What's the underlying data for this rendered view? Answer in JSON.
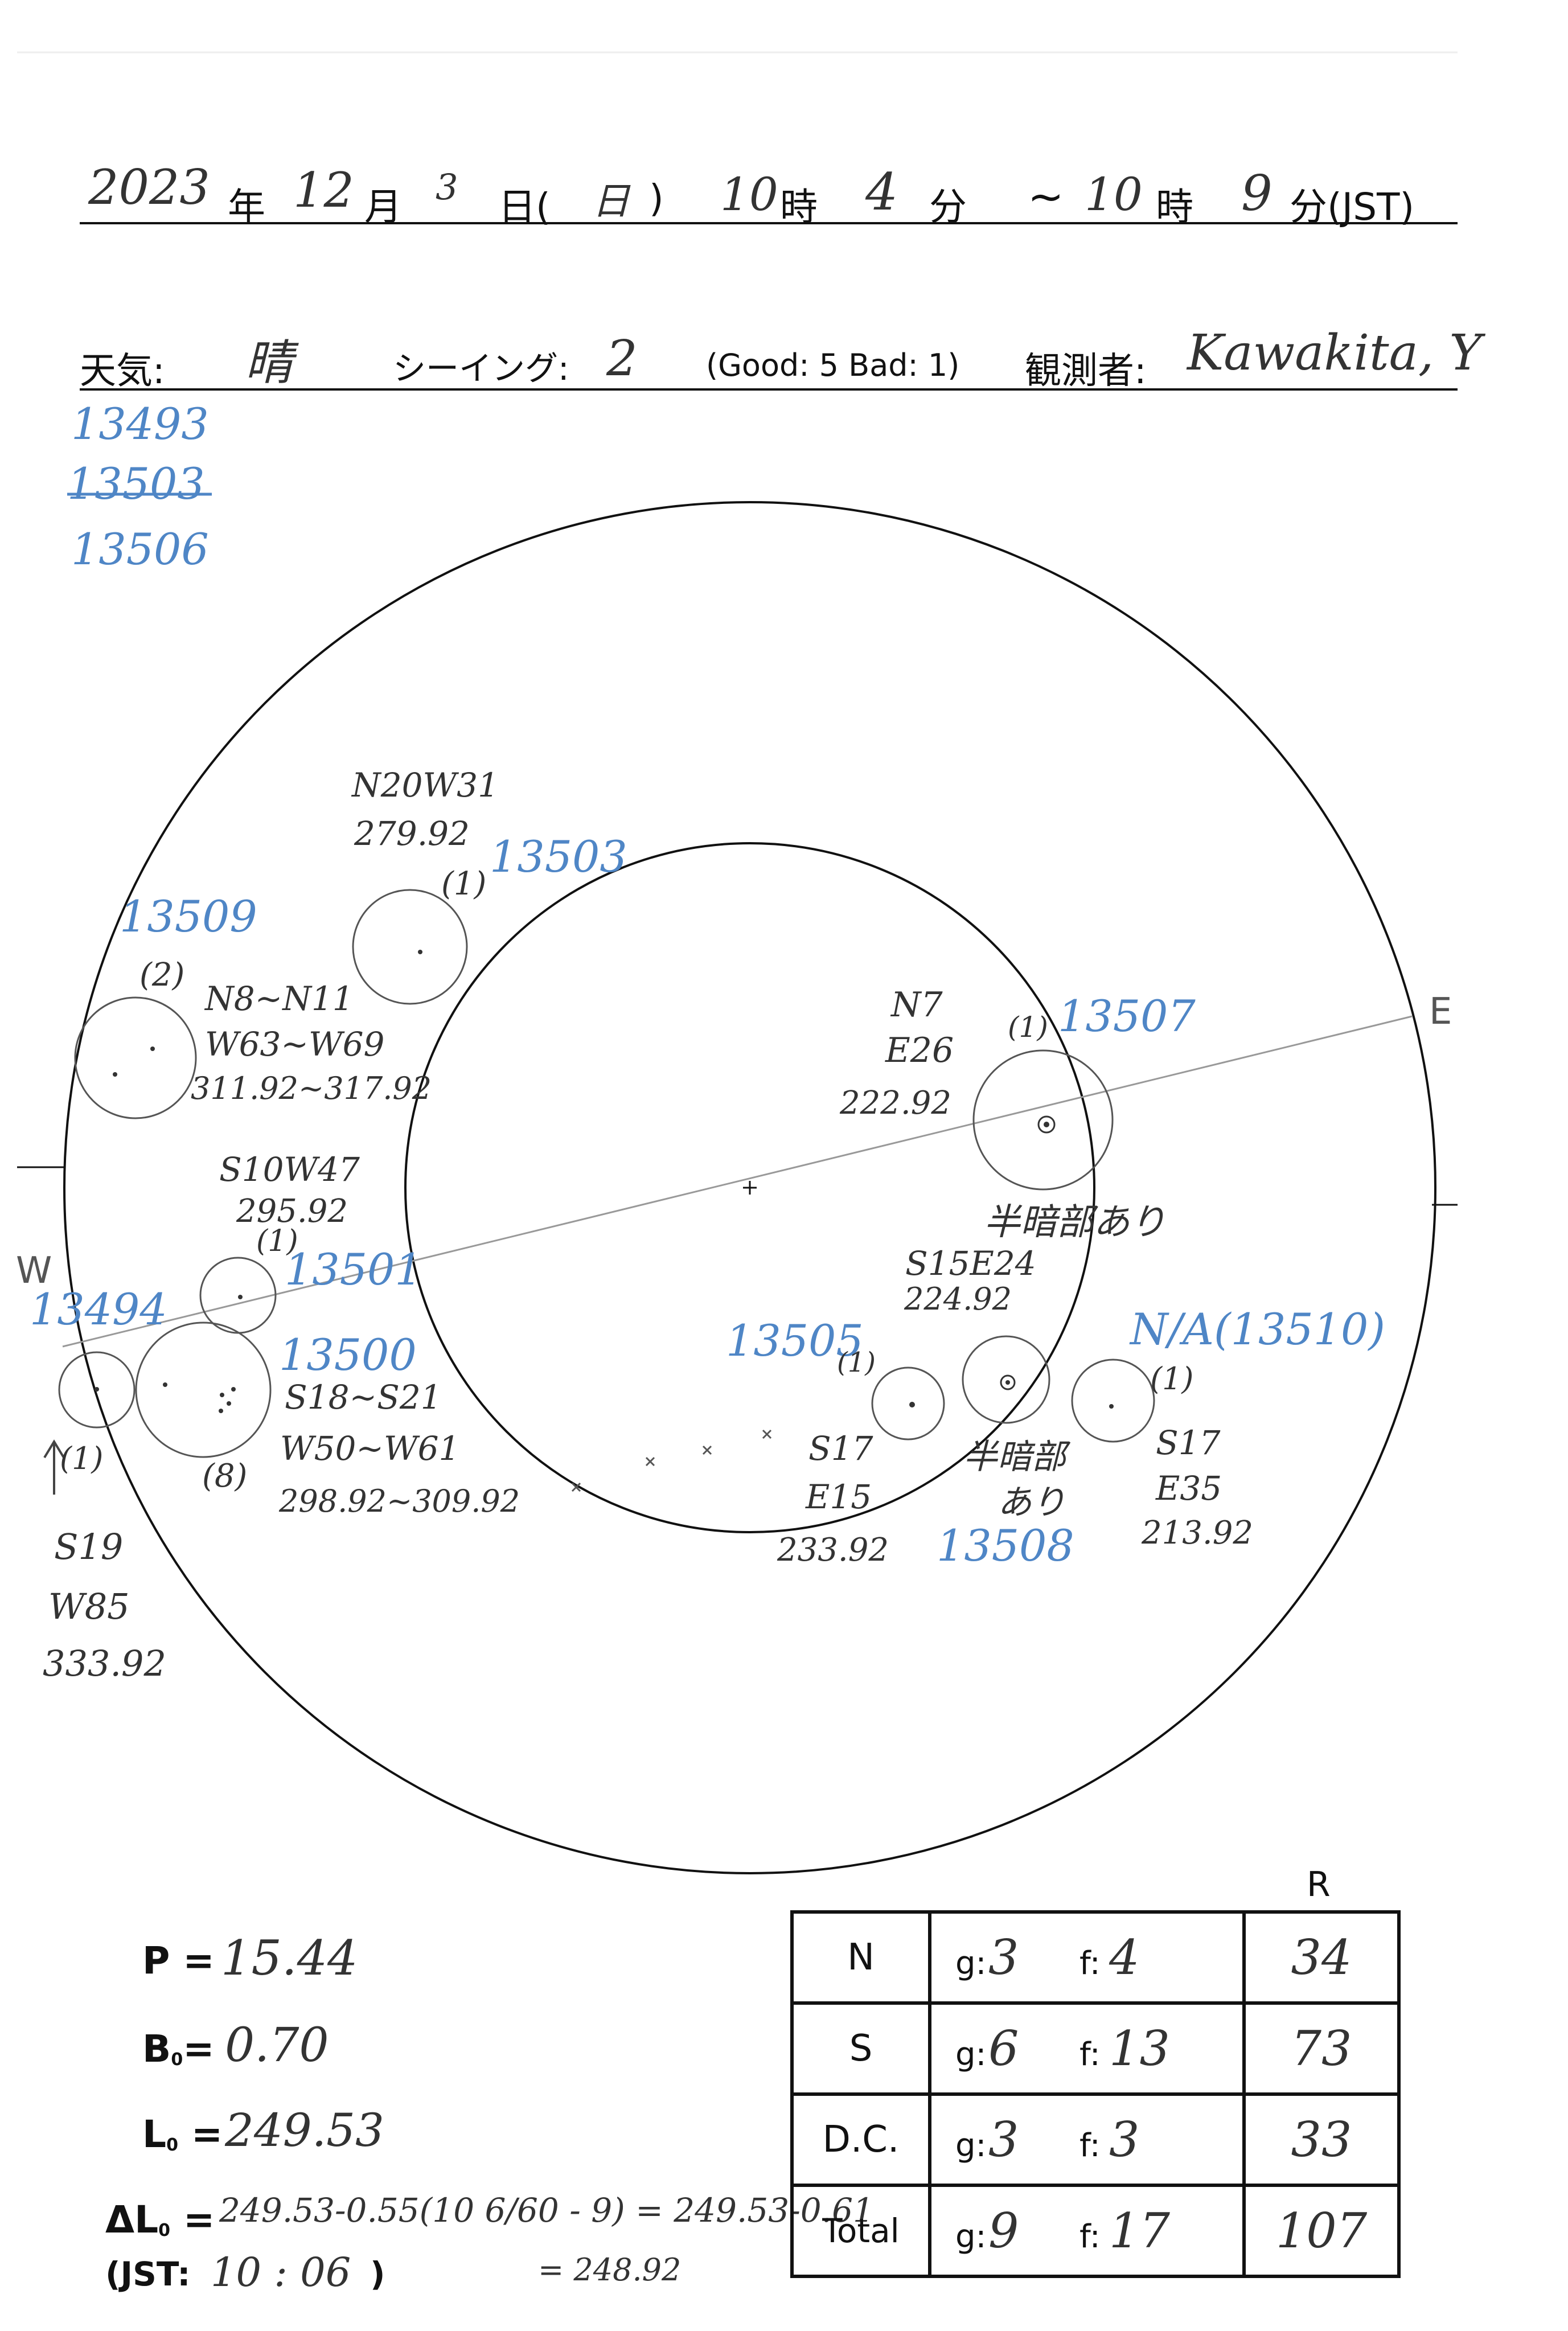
{
  "header": {
    "year": "2023",
    "year_unit": "年",
    "month": "12",
    "month_unit": "月",
    "day": "3",
    "day_unit": "日(",
    "weekday": "日",
    "weekday_close": ")",
    "start_hour": "10",
    "hour_unit": "時",
    "start_min": "4",
    "min_unit": "分",
    "tilde": "~",
    "end_hour": "10",
    "hour_unit2": "時",
    "end_min": "9",
    "tz": "分(JST)"
  },
  "conditions": {
    "weather_label": "天気:",
    "weather": "晴",
    "seeing_label": "シーイング:",
    "seeing": "2",
    "scale": "(Good: 5  Bad: 1)",
    "observer_label": "観測者:",
    "observer": "Kawakita, Y"
  },
  "region_list": [
    "13493",
    "13503",
    "13506"
  ],
  "directions": {
    "east": "E",
    "west": "W"
  },
  "sunspots": {
    "r13503": {
      "number": "13503",
      "coords": "N20W31",
      "lon": "279.92",
      "count": "(1)"
    },
    "r13509": {
      "number": "13509",
      "count": "(2)",
      "lat": "N8~N11",
      "lon_range": "W63~W69",
      "carr": "311.92~317.92"
    },
    "r13507": {
      "number": "13507",
      "count": "(1)",
      "lat": "N7",
      "lon": "E26",
      "carr": "222.92",
      "note": "半暗部あり"
    },
    "r13501": {
      "number": "13501",
      "coords": "S10W47",
      "carr": "295.92",
      "count": "(1)"
    },
    "r13494": {
      "number": "13494",
      "count": "(1)",
      "lat": "S19",
      "lon": "W85",
      "carr": "333.92"
    },
    "r13500": {
      "number": "13500",
      "lat": "S18~S21",
      "lon": "W50~W61",
      "carr": "298.92~309.92",
      "count": "(8)"
    },
    "r13505": {
      "number": "13505",
      "count": "(1)",
      "lat": "S17",
      "lon": "E15",
      "carr": "233.92"
    },
    "r13508": {
      "number": "13508",
      "lat": "S15E24",
      "carr": "224.92",
      "note1": "半暗部",
      "note2": "あり"
    },
    "r13510": {
      "number": "N/A(13510)",
      "count": "(1)",
      "lat": "S17",
      "lon": "E35",
      "carr": "213.92"
    }
  },
  "params": {
    "p_label": "P =",
    "p": "15.44",
    "b_label": "B",
    "b_sub": "0",
    "b_eq": "=",
    "b": "0.70",
    "l_label": "L",
    "l_sub": "0",
    "l_eq": " =",
    "l": "249.53",
    "dl_label": "ΔL",
    "dl_sub": "0",
    "dl_eq": " =",
    "dl_formula": "249.53-0.55(10 6/60 - 9) = 249.53-0.61",
    "dl_result": "= 248.92",
    "jst_label": "(JST:",
    "jst": "10 : 06",
    "jst_close": ")"
  },
  "table": {
    "r_header": "R",
    "g_key": "g:",
    "f_key": "f:",
    "rows": [
      {
        "label": "N",
        "g": "3",
        "f": "4",
        "r": "34"
      },
      {
        "label": "S",
        "g": "6",
        "f": "13",
        "r": "73"
      },
      {
        "label": "D.C.",
        "g": "3",
        "f": "3",
        "r": "33"
      },
      {
        "label": "Total",
        "g": "9",
        "f": "17",
        "r": "107"
      }
    ]
  }
}
